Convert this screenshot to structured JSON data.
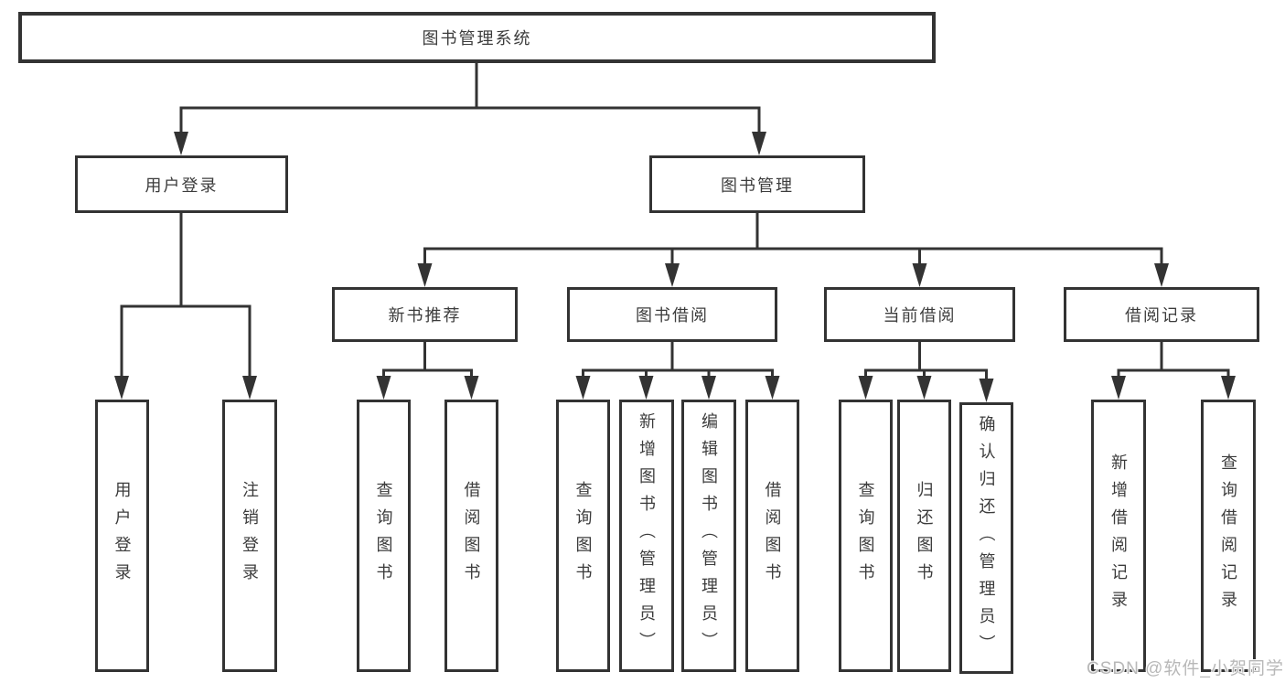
{
  "tree": {
    "root": {
      "label": "图书管理系统"
    },
    "branches": [
      {
        "label": "用户登录",
        "children": [
          {
            "label": "用户登录"
          },
          {
            "label": "注销登录"
          }
        ]
      },
      {
        "label": "图书管理",
        "children": [
          {
            "label": "新书推荐",
            "children": [
              {
                "label": "查询图书"
              },
              {
                "label": "借阅图书"
              }
            ]
          },
          {
            "label": "图书借阅",
            "children": [
              {
                "label": "查询图书"
              },
              {
                "label": "新增图书（管理员）"
              },
              {
                "label": "编辑图书（管理员）"
              },
              {
                "label": "借阅图书"
              }
            ]
          },
          {
            "label": "当前借阅",
            "children": [
              {
                "label": "查询图书"
              },
              {
                "label": "归还图书"
              },
              {
                "label": "确认归还（管理员）"
              }
            ]
          },
          {
            "label": "借阅记录",
            "children": [
              {
                "label": "新增借阅记录"
              },
              {
                "label": "查询借阅记录"
              }
            ]
          }
        ]
      }
    ]
  },
  "watermark": {
    "text": "CSDN @软件_小贺同学"
  },
  "colors": {
    "line": "#333333",
    "text": "#3c3c3c",
    "watermark": "#b8b8b8",
    "background": "#ffffff"
  }
}
